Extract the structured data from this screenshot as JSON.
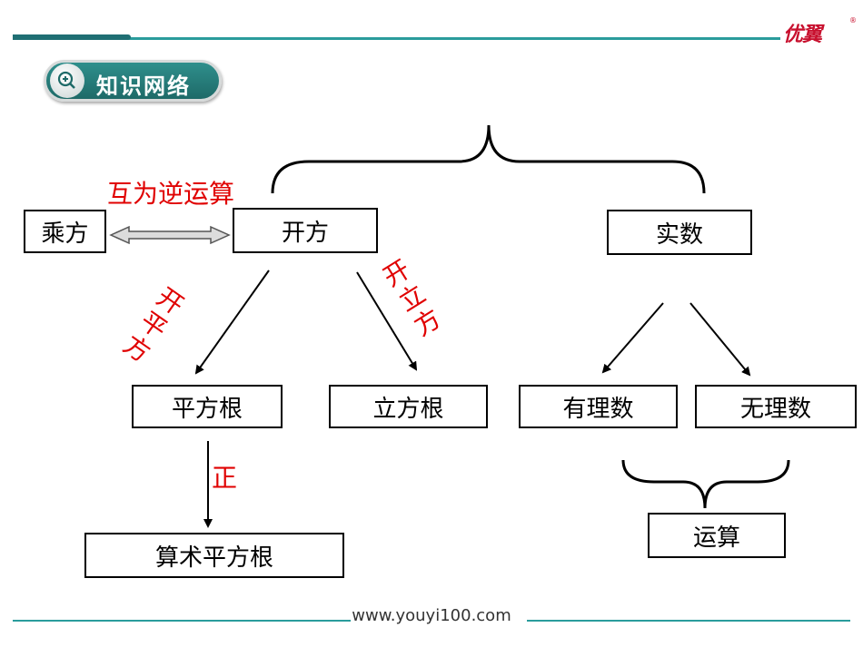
{
  "header": {
    "logo_text": "优翼",
    "logo_reg": "®"
  },
  "badge": {
    "title": "知识网络"
  },
  "diagram": {
    "power": "乘方",
    "root_extraction": "开方",
    "inverse_label": "互为逆运算",
    "square_label": "开平方",
    "cube_label": "开立方",
    "square_root": "平方根",
    "cube_root": "立方根",
    "positive_label": "正",
    "arithmetic_sqrt": "算术平方根",
    "real_numbers": "实数",
    "rational": "有理数",
    "irrational": "无理数",
    "operations": "运算"
  },
  "footer": {
    "url": "www.youyi100.com"
  }
}
